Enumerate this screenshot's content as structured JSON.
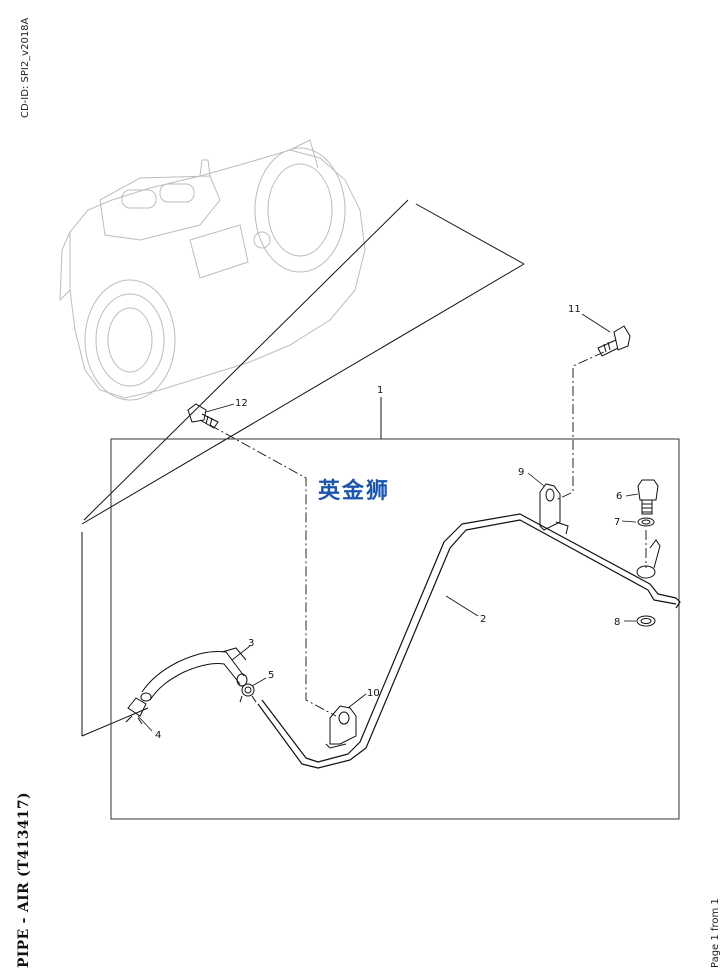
{
  "header": {
    "cd_id": "CD-ID: SPI2_v2018A"
  },
  "footer": {
    "title": "PIPE - AIR (T413417)",
    "page": "Page 1 from 1"
  },
  "watermark": "英金狮",
  "callouts": [
    "1",
    "2",
    "3",
    "4",
    "5",
    "6",
    "7",
    "8",
    "9",
    "10",
    "11",
    "12"
  ],
  "colors": {
    "line": "#111111",
    "ghost": "#bbbbbb",
    "watermark": "#1a56b0"
  }
}
